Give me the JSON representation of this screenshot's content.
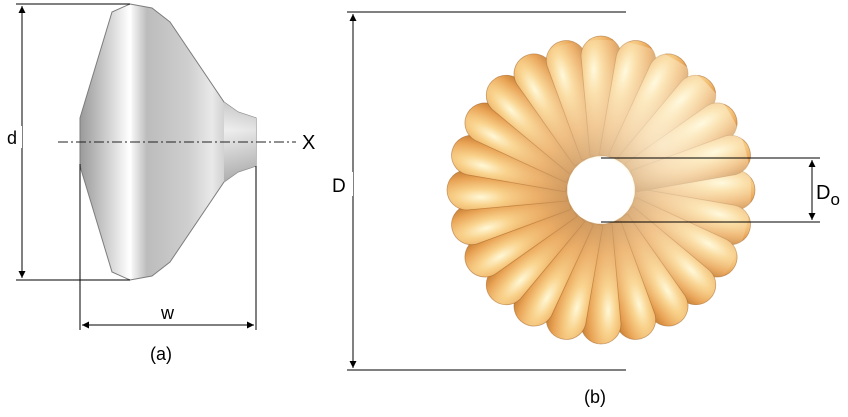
{
  "figure_a": {
    "label_d": "d",
    "label_w": "w",
    "label_x": "X",
    "caption": "(a)"
  },
  "figure_b": {
    "label_D": "D",
    "label_Do_main": "D",
    "label_Do_sub": "o",
    "caption": "(b)",
    "lobe_count": 24
  },
  "colors": {
    "body_light": "#ffffff",
    "body_mid": "#b9b9b9",
    "body_dark": "#8a8a8a",
    "disk_highlight": "#fff7d2",
    "disk_mid": "#f3b868",
    "disk_dark": "#9e5a1c"
  }
}
